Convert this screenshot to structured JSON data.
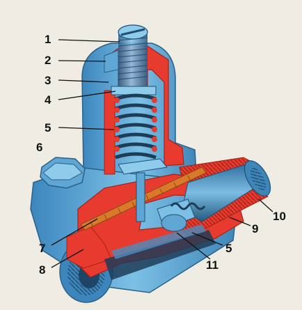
{
  "labels": [
    {
      "id": "l1",
      "text": "1"
    },
    {
      "id": "l2",
      "text": "2"
    },
    {
      "id": "l3",
      "text": "3"
    },
    {
      "id": "l4",
      "text": "4"
    },
    {
      "id": "l5a",
      "text": "5"
    },
    {
      "id": "l6",
      "text": "6"
    },
    {
      "id": "l7",
      "text": "7"
    },
    {
      "id": "l8",
      "text": "8"
    },
    {
      "id": "l9",
      "text": "9"
    },
    {
      "id": "l10",
      "text": "10"
    },
    {
      "id": "l5b",
      "text": "5"
    },
    {
      "id": "l11",
      "text": "11"
    }
  ],
  "colors": {
    "body_blue": "#5fa6d4",
    "body_blue_dark": "#2f6f9e",
    "section_red": "#e63b2e",
    "section_red_dark": "#b92a20",
    "membrane_orange": "#d97a2a",
    "steel_dark": "#1f3c57",
    "background": "#efece4"
  }
}
